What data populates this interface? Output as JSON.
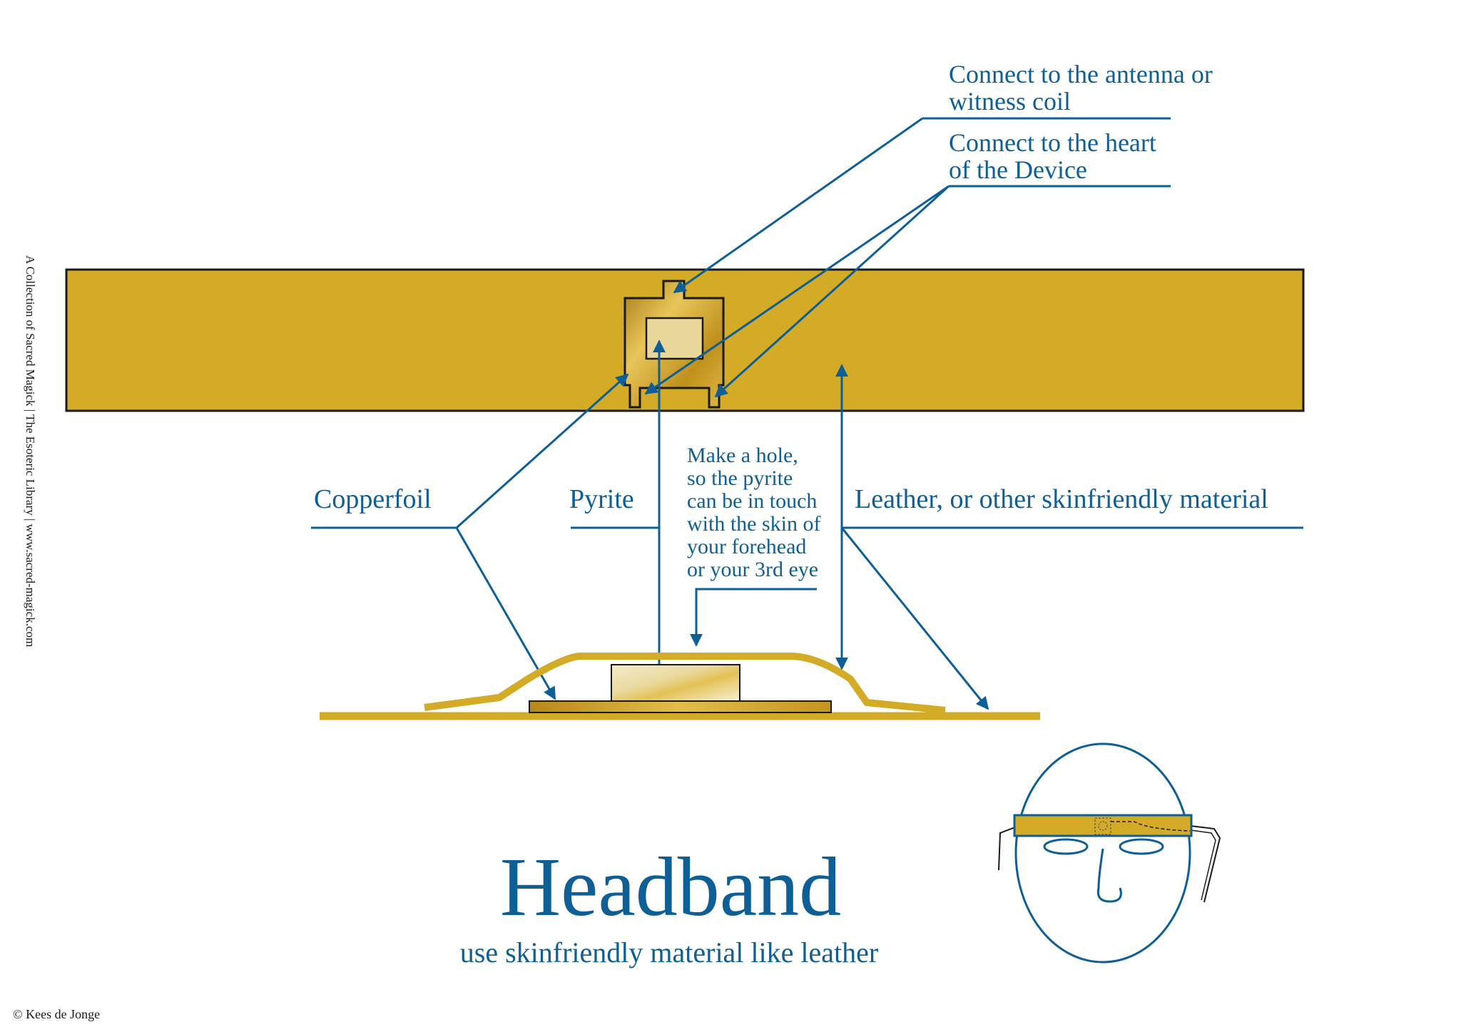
{
  "labels": {
    "antenna_line1": "Connect to the antenna or",
    "antenna_line2": "witness coil",
    "heart_line1": "Connect to the heart",
    "heart_line2": "of the Device",
    "copperfoil": "Copperfoil",
    "pyrite": "Pyrite",
    "leather": "Leather, or other skinfriendly material",
    "hole_lines": [
      "Make a hole,",
      "so the pyrite",
      "can be in touch",
      "with the skin of",
      "your forehead",
      "or your 3rd eye"
    ]
  },
  "title": "Headband",
  "subtitle": "use skinfriendly material like leather",
  "side_credit": "A Collection of Sacred Magick  |  The Esoteric Library  |  www.sacred-magick.com",
  "copyright": "© Kees de Jonge",
  "colors": {
    "band_gold": "#d3ab27",
    "label_blue": "#0d5f96",
    "outline": "#1a1a1a"
  }
}
